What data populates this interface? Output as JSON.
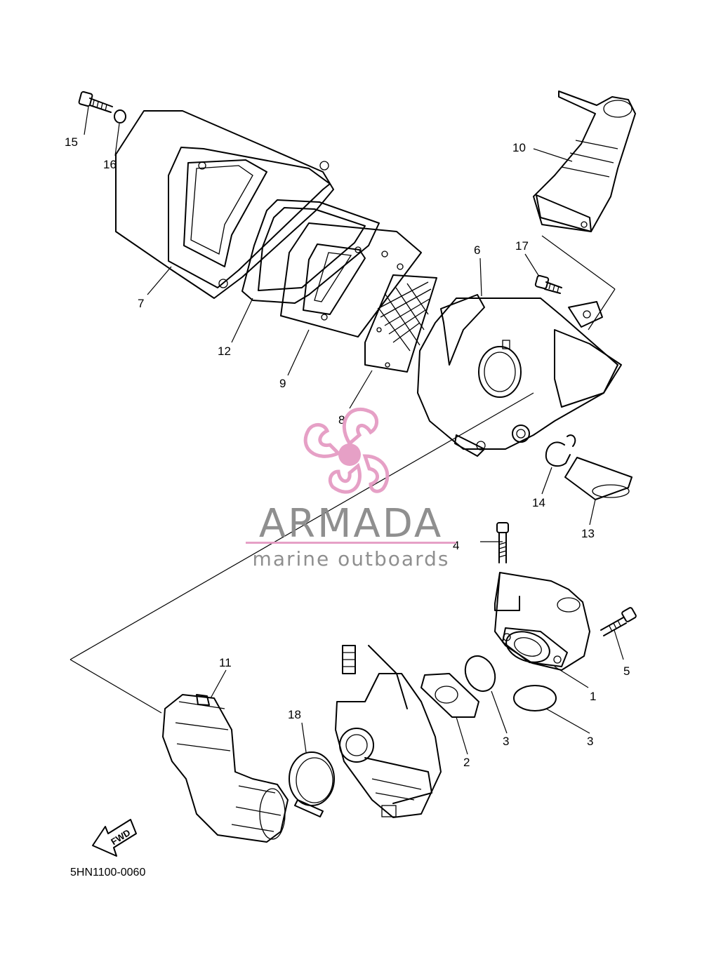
{
  "callouts": {
    "p1": "1",
    "p2": "2",
    "p3a": "3",
    "p3b": "3",
    "p4": "4",
    "p5": "5",
    "p6": "6",
    "p7": "7",
    "p8": "8",
    "p9": "9",
    "p10": "10",
    "p11": "11",
    "p12": "12",
    "p13": "13",
    "p14": "14",
    "p15": "15",
    "p16": "16",
    "p17": "17",
    "p18": "18"
  },
  "direction_arrow": "FWD",
  "diagram_code": "5HN1100-0060",
  "watermark": {
    "brand": "ARMADA",
    "tagline": "marine outboards",
    "accent_color": "#e59bc3",
    "text_color": "#8a8a8a"
  }
}
